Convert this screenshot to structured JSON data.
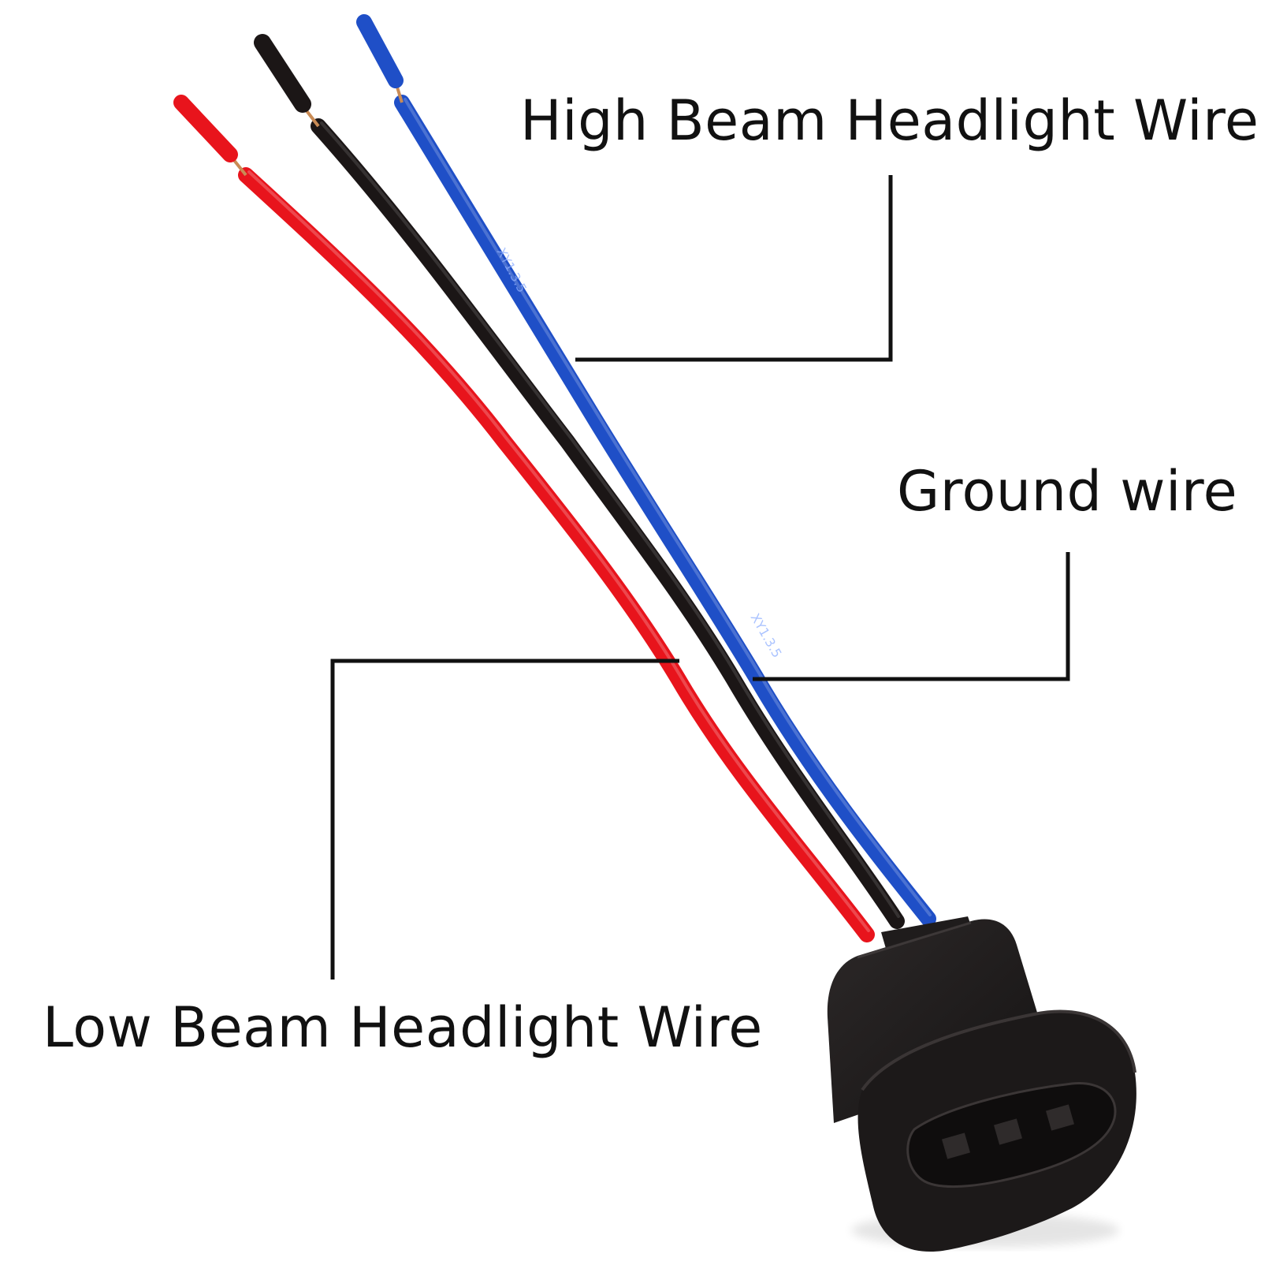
{
  "labels": {
    "high_beam": "High Beam Headlight Wire",
    "ground": "Ground wire",
    "low_beam": "Low Beam Headlight Wire"
  },
  "print": {
    "blue_wire_marking": "XY1.3.5"
  },
  "colors": {
    "red_wire": "#e8141c",
    "black_wire": "#1b1616",
    "blue_wire": "#1f4fc7",
    "connector": "#1f1c1c",
    "leader_line": "#111111",
    "copper": "#c98b55"
  }
}
